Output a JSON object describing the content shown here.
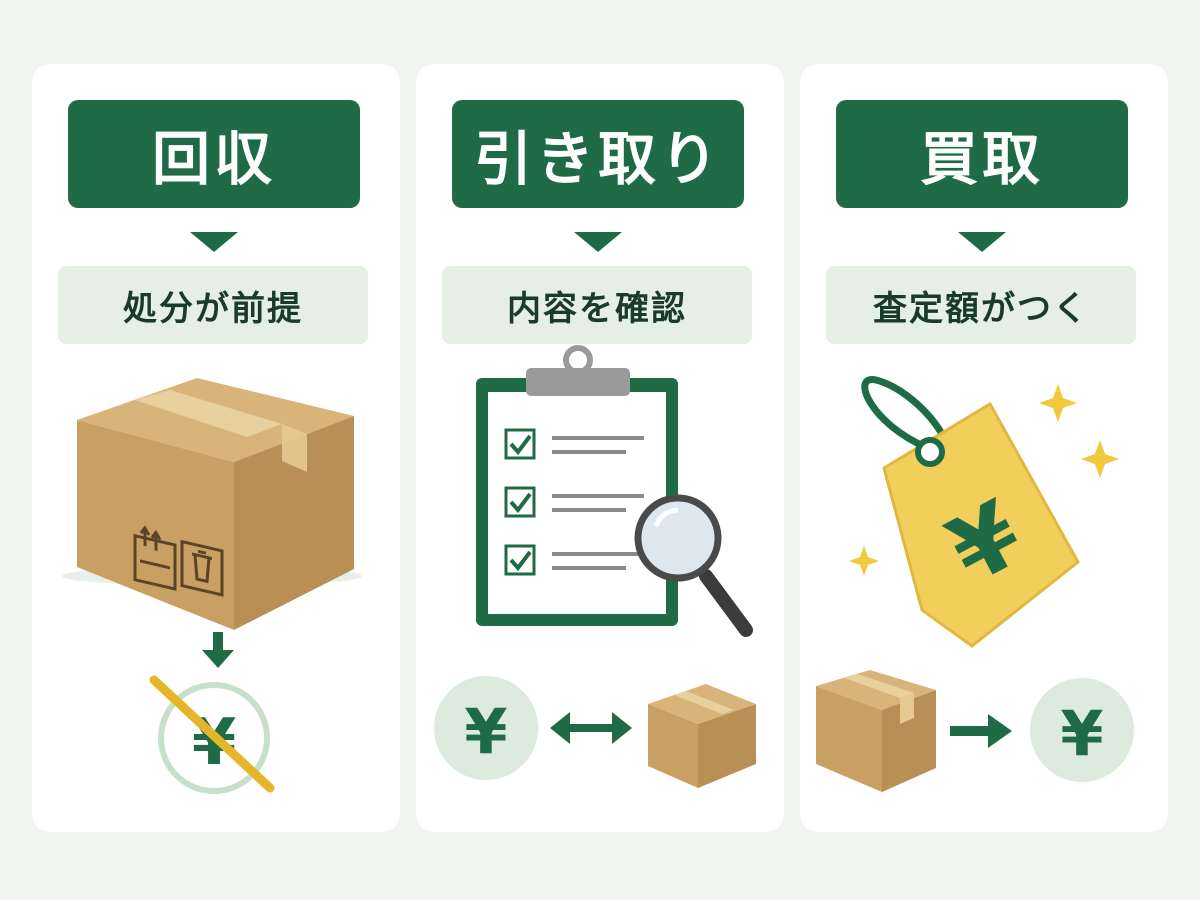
{
  "panels": [
    {
      "title": "回収",
      "subtitle": "処分が前提",
      "illustration": "cardboard-box",
      "footer_icons": [
        "down-arrow-icon",
        "crossed-out-yen-icon"
      ]
    },
    {
      "title": "引き取り",
      "subtitle": "内容を確認",
      "illustration": "clipboard-checklist-with-magnifier",
      "footer_icons": [
        "yen-circle-icon",
        "double-arrow-icon",
        "cardboard-box-icon"
      ]
    },
    {
      "title": "買取",
      "subtitle": "査定額がつく",
      "illustration": "yen-price-tag-with-sparkles",
      "footer_icons": [
        "cardboard-box-icon",
        "right-arrow-icon",
        "yen-circle-icon"
      ]
    }
  ],
  "symbols": {
    "yen": "¥"
  },
  "colors": {
    "background": "#eef6ef",
    "panel": "#ffffff",
    "primary_green": "#1f6b45",
    "pale_green": "#e5efe6",
    "cardboard": "#c9a063",
    "tag_yellow": "#f2cf5b",
    "sparkle": "#f0c93c",
    "cross_line": "#e7b52a"
  }
}
